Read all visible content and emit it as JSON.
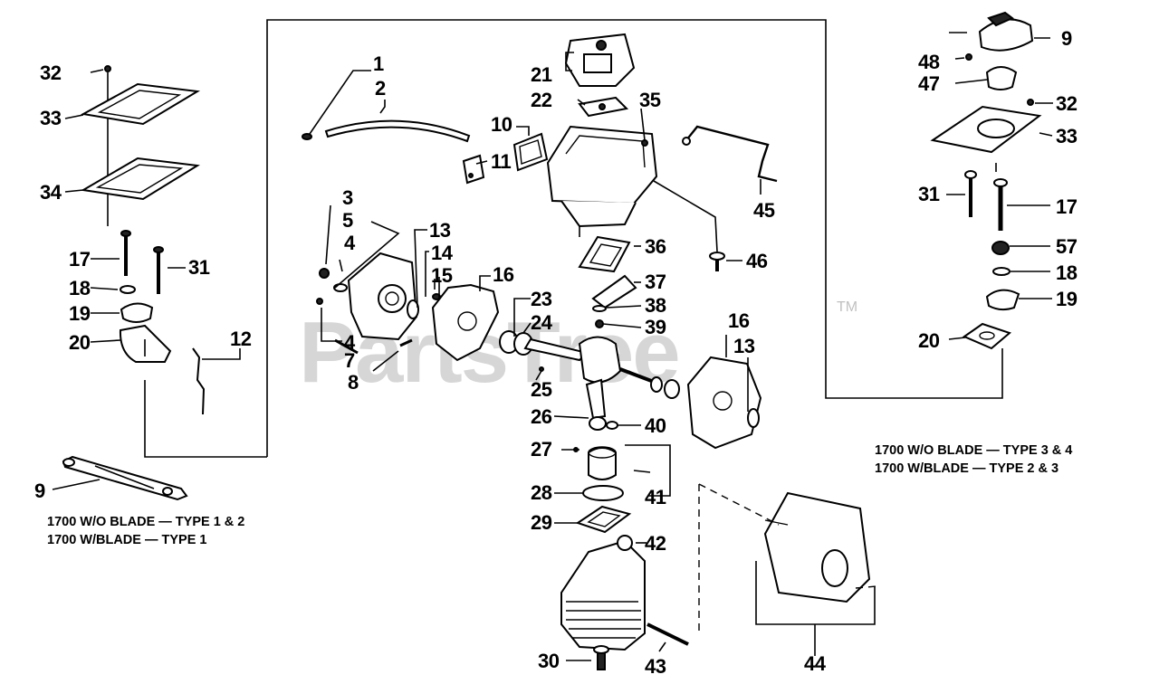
{
  "watermark": {
    "text": "PartsTree",
    "trademark": "TM"
  },
  "captions": {
    "left_line1": "1700 W/O BLADE — TYPE 1 & 2",
    "left_line2": "1700 W/BLADE — TYPE 1",
    "right_line1": "1700 W/O BLADE — TYPE 3 & 4",
    "right_line2": "1700 W/BLADE — TYPE 2 & 3"
  },
  "callouts": {
    "c1": "1",
    "c2": "2",
    "c3": "3",
    "c4a": "4",
    "c4b": "4",
    "c5": "5",
    "c7": "7",
    "c8": "8",
    "c9_left": "9",
    "c9_right": "9",
    "c10": "10",
    "c11": "11",
    "c12": "12",
    "c13a": "13",
    "c13b": "13",
    "c14": "14",
    "c15": "15",
    "c16a": "16",
    "c16b": "16",
    "c17_left": "17",
    "c17_right": "17",
    "c18_left": "18",
    "c18_right": "18",
    "c19_left": "19",
    "c19_right": "19",
    "c20_left": "20",
    "c20_right": "20",
    "c21": "21",
    "c22": "22",
    "c23": "23",
    "c24": "24",
    "c25": "25",
    "c26": "26",
    "c27": "27",
    "c28": "28",
    "c29": "29",
    "c30": "30",
    "c31_left": "31",
    "c31_right": "31",
    "c32_left": "32",
    "c32_right": "32",
    "c33_left": "33",
    "c33_right": "33",
    "c34": "34",
    "c35": "35",
    "c36": "36",
    "c37": "37",
    "c38": "38",
    "c39": "39",
    "c40": "40",
    "c41": "41",
    "c42": "42",
    "c43": "43",
    "c44": "44",
    "c45": "45",
    "c46": "46",
    "c47": "47",
    "c48": "48",
    "c57": "57"
  }
}
